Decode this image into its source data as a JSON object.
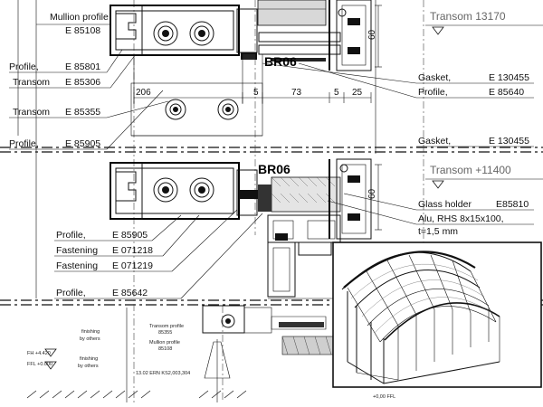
{
  "levels": {
    "upper": "Transom 13170",
    "lower": "Transom +11400",
    "fl_top": "+4.420",
    "fl_bottom": "+0.000",
    "fl_prefix_top": "FH",
    "fl_prefix_bottom": "FFL"
  },
  "markers": {
    "upper": "BR06",
    "lower": "BR06"
  },
  "dimensions": {
    "d206": "206",
    "d5a": "5",
    "d73": "73",
    "d5b": "5",
    "d25": "25",
    "d60a": "60",
    "d60b": "60"
  },
  "labels_left": {
    "mullion_profile": "Mullion profile",
    "e85108": "E 85108",
    "profile_1": "Profile,",
    "e85801": "E 85801",
    "transom_1": "Transom",
    "e85306": "E 85306",
    "transom_2": "Transom",
    "e85355": "E 85355",
    "profile_2": "Profile,",
    "e85905_a": "E 85905",
    "profile_3": "Profile,",
    "e85905_b": "E 85905",
    "fastening_1": "Fastening",
    "e071218": "E 071218",
    "fastening_2": "Fastening",
    "e071219": "E 071219",
    "profile_4": "Profile,",
    "e85642": "E 85642"
  },
  "labels_right": {
    "gasket_1": "Gasket,",
    "e130455_a": "E 130455",
    "profile_5": "Profile,",
    "e85640": "E 85640",
    "gasket_2": "Gasket,",
    "e130455_b": "E 130455",
    "glass_holder": "Glass holder",
    "e85810": "E85810",
    "alu_rhs": "Alu, RHS 8x15x100,",
    "thickness": "t=1,5 mm"
  },
  "labels_bottom": {
    "finishing_1a": "finishing",
    "finishing_1b": "by others",
    "finishing_2a": "finishing",
    "finishing_2b": "by others",
    "transom_profile": "Transom profile",
    "transom_profile_code": "85355",
    "mullion_profile_b": "Mullion profile",
    "mullion_profile_code": "85108",
    "code_line": "13.02  ERN  KS2,003,304",
    "bottom_right": "+0,00  FFL"
  }
}
